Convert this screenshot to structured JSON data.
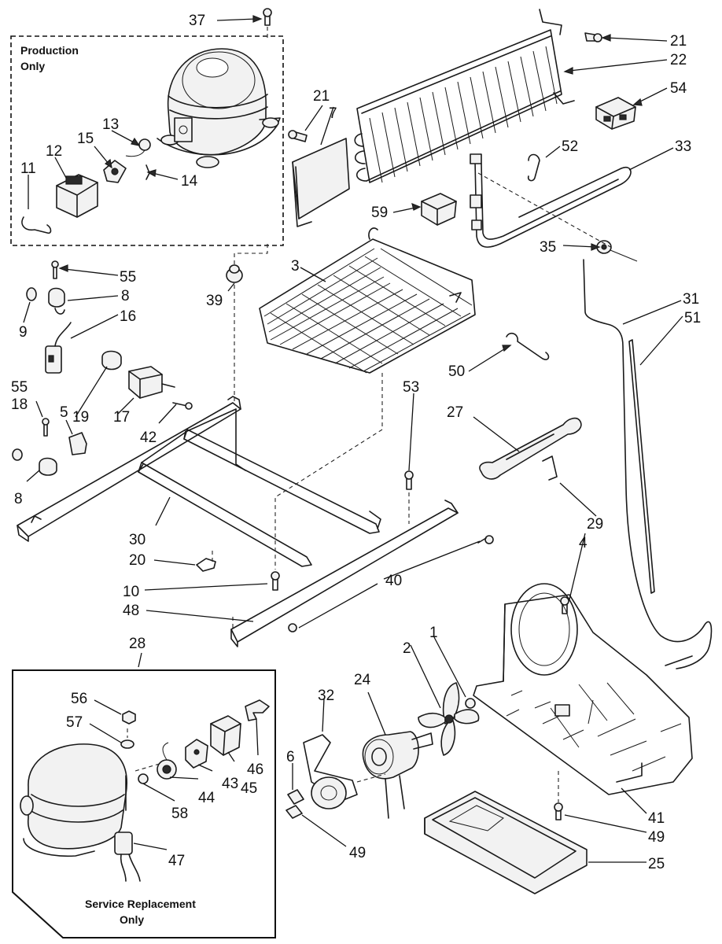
{
  "boxes": {
    "production": [
      "Production",
      "Only"
    ],
    "service": [
      "Service Replacement",
      "Only"
    ]
  },
  "labels": [
    {
      "id": "37",
      "text": "37"
    },
    {
      "id": "21a",
      "text": "21"
    },
    {
      "id": "22",
      "text": "22"
    },
    {
      "id": "54",
      "text": "54"
    },
    {
      "id": "21b",
      "text": "21"
    },
    {
      "id": "7",
      "text": "7"
    },
    {
      "id": "13",
      "text": "13"
    },
    {
      "id": "15",
      "text": "15"
    },
    {
      "id": "12",
      "text": "12"
    },
    {
      "id": "11",
      "text": "11"
    },
    {
      "id": "14",
      "text": "14"
    },
    {
      "id": "52",
      "text": "52"
    },
    {
      "id": "33",
      "text": "33"
    },
    {
      "id": "59",
      "text": "59"
    },
    {
      "id": "35",
      "text": "35"
    },
    {
      "id": "3",
      "text": "3"
    },
    {
      "id": "55a",
      "text": "55"
    },
    {
      "id": "8a",
      "text": "8"
    },
    {
      "id": "39",
      "text": "39"
    },
    {
      "id": "9",
      "text": "9"
    },
    {
      "id": "16",
      "text": "16"
    },
    {
      "id": "31",
      "text": "31"
    },
    {
      "id": "51",
      "text": "51"
    },
    {
      "id": "50",
      "text": "50"
    },
    {
      "id": "55b",
      "text": "55"
    },
    {
      "id": "18",
      "text": "18"
    },
    {
      "id": "5",
      "text": "5"
    },
    {
      "id": "19",
      "text": "19"
    },
    {
      "id": "17",
      "text": "17"
    },
    {
      "id": "42",
      "text": "42"
    },
    {
      "id": "53",
      "text": "53"
    },
    {
      "id": "27",
      "text": "27"
    },
    {
      "id": "8b",
      "text": "8"
    },
    {
      "id": "29",
      "text": "29"
    },
    {
      "id": "30",
      "text": "30"
    },
    {
      "id": "4",
      "text": "4"
    },
    {
      "id": "20",
      "text": "20"
    },
    {
      "id": "10",
      "text": "10"
    },
    {
      "id": "40",
      "text": "40"
    },
    {
      "id": "48",
      "text": "48"
    },
    {
      "id": "28",
      "text": "28"
    },
    {
      "id": "1",
      "text": "1"
    },
    {
      "id": "2",
      "text": "2"
    },
    {
      "id": "24",
      "text": "24"
    },
    {
      "id": "32",
      "text": "32"
    },
    {
      "id": "56",
      "text": "56"
    },
    {
      "id": "57",
      "text": "57"
    },
    {
      "id": "6",
      "text": "6"
    },
    {
      "id": "46",
      "text": "46"
    },
    {
      "id": "45",
      "text": "45"
    },
    {
      "id": "43",
      "text": "43"
    },
    {
      "id": "44",
      "text": "44"
    },
    {
      "id": "58",
      "text": "58"
    },
    {
      "id": "41",
      "text": "41"
    },
    {
      "id": "49a",
      "text": "49"
    },
    {
      "id": "47",
      "text": "47"
    },
    {
      "id": "49b",
      "text": "49"
    },
    {
      "id": "25",
      "text": "25"
    }
  ]
}
